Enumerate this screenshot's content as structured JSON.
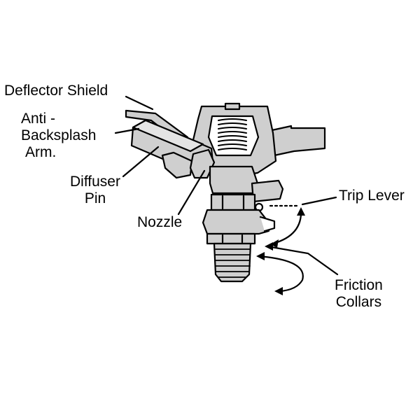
{
  "labels": {
    "deflector_shield": "Deflector Shield",
    "anti_backsplash_arm": [
      "Anti -",
      "Backsplash",
      "Arm."
    ],
    "diffuser_pin": [
      "Diffuser",
      "Pin"
    ],
    "nozzle": "Nozzle",
    "trip_lever": "Trip Lever",
    "friction_collars": [
      "Friction",
      "Collars"
    ]
  },
  "colors": {
    "body_fill": "#cfcfcf",
    "outline": "#000000",
    "background": "#ffffff"
  }
}
